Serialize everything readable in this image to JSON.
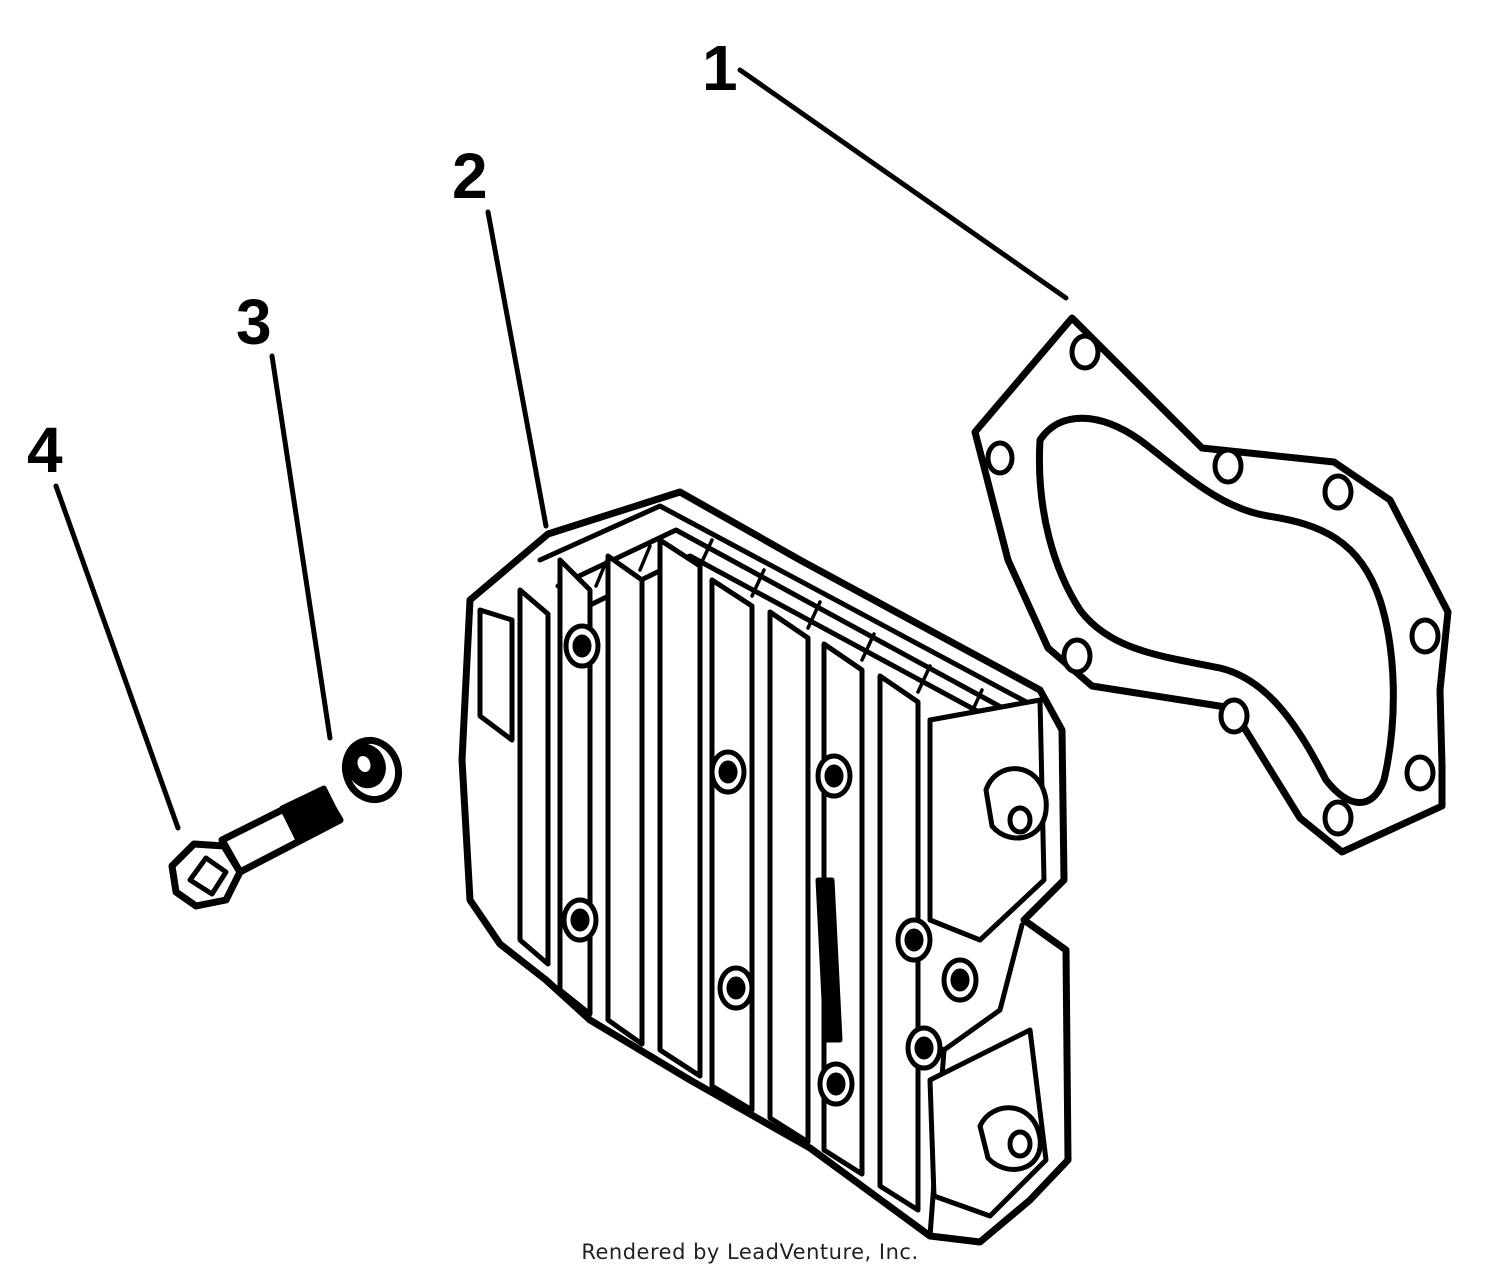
{
  "diagram": {
    "callouts": [
      {
        "number": "1",
        "part_icon": "head-gasket"
      },
      {
        "number": "2",
        "part_icon": "cylinder-head"
      },
      {
        "number": "3",
        "part_icon": "washer"
      },
      {
        "number": "4",
        "part_icon": "head-bolt"
      }
    ],
    "credit": "Rendered by LeadVenture, Inc."
  }
}
